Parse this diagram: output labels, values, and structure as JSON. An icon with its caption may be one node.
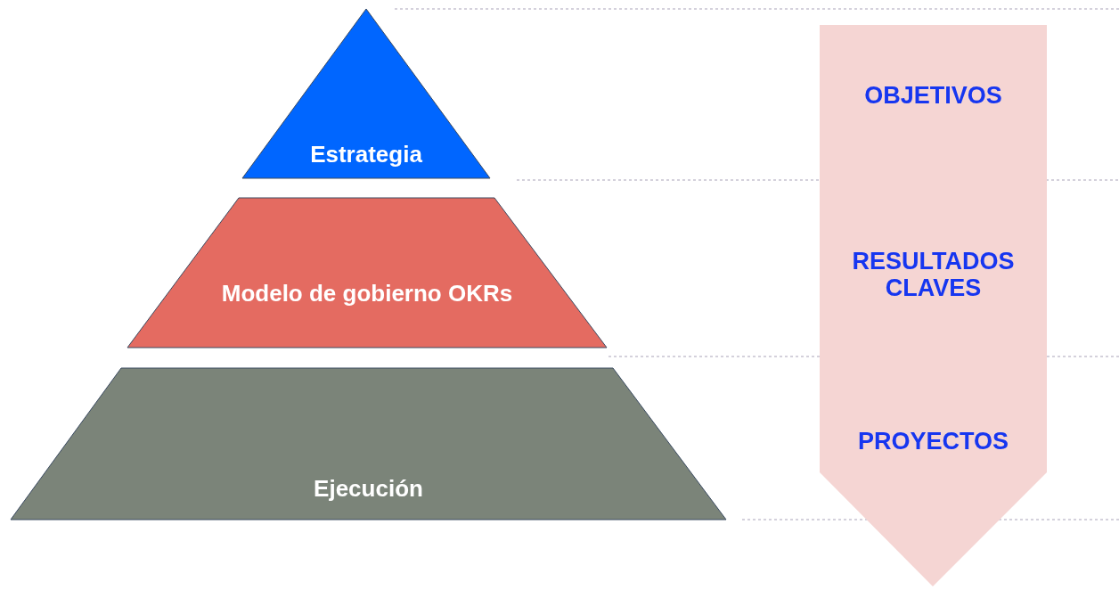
{
  "diagram": {
    "nodes": [
      {
        "text": [
          "Estrategia"
        ]
      },
      {
        "text": [
          "Modelo de gobierno OKRs"
        ]
      },
      {
        "text": [
          "Ejecución"
        ]
      },
      {
        "text": [
          "OBJETIVOS",
          "RESULTADOS CLAVES",
          "PROYECTOS"
        ]
      }
    ]
  }
}
